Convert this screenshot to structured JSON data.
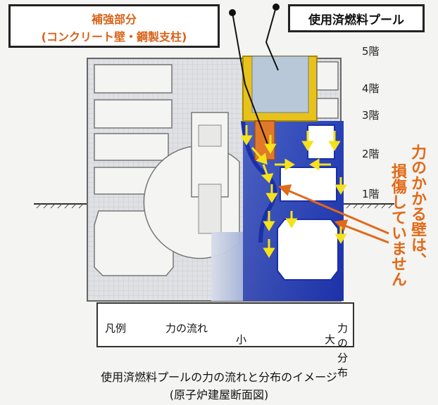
{
  "callouts": {
    "reinforcement_line1": "補強部分",
    "reinforcement_line2": "(コンクリート壁・鋼製支柱)",
    "spent_fuel_pool": "使用済燃料プール"
  },
  "floors": [
    "5階",
    "4階",
    "3階",
    "2階",
    "1階"
  ],
  "side_note": {
    "line1": "力のかかる壁は、",
    "line2": "損傷していません"
  },
  "legend": {
    "label": "凡例",
    "flow_label": "力の流れ",
    "distribution_label": "力の分布",
    "scale_low": "小",
    "scale_high": "大"
  },
  "caption": {
    "line1": "使用済燃料プールの力の流れと分布のイメージ",
    "line2": "(原子炉建屋断面図)"
  },
  "colors": {
    "force_high": "#1a2fa8",
    "force_low": "#d8dde8",
    "reinforcement": "#e07a2a",
    "pool_frame": "#e8c21a",
    "pool_water": "#b8c8d8",
    "arrow": "#f5e21a",
    "note": "#e06a18"
  },
  "icons": [
    "flow-arrow-icon"
  ]
}
